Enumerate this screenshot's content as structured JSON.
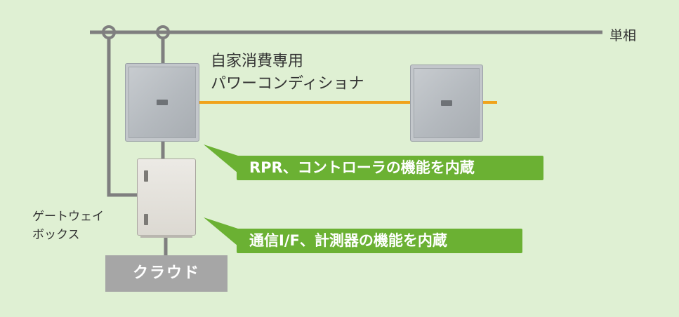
{
  "labels": {
    "single_phase": "単相",
    "pcs_line1": "自家消費専用",
    "pcs_line2": "パワーコンディショナ",
    "gateway_line1": "ゲートウェイ",
    "gateway_line2": "ボックス",
    "cloud": "クラウド"
  },
  "callouts": [
    {
      "text": "RPR、コントローラの機能を内蔵"
    },
    {
      "text": "通信I/F、計測器の機能を内蔵"
    }
  ],
  "colors": {
    "background": "#dff0d3",
    "bus_line": "#7f7f7f",
    "dc_link": "#f0a31c",
    "callout": "#6bb133",
    "cloud": "#a6a6a6"
  }
}
